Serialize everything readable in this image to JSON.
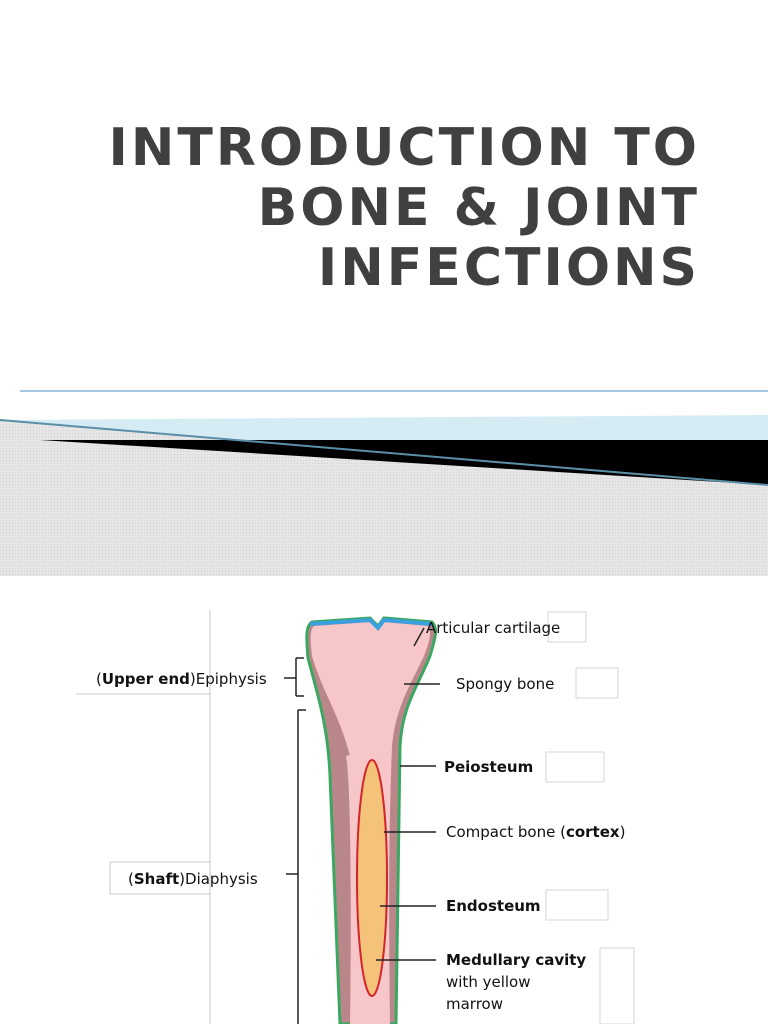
{
  "slide": {
    "title_lines": [
      "INTRODUCTION TO",
      "BONE & JOINT",
      "INFECTIONS"
    ]
  },
  "diagram": {
    "labels": {
      "articular_cartilage": "Articular cartilage",
      "spongy_bone": "Spongy bone",
      "periosteum": "Peiosteum",
      "compact_bone_pre": "Compact bone (",
      "compact_bone_bold": "cortex",
      "compact_bone_post": ")",
      "endosteum": "Endosteum",
      "medullary_bold": "Medullary cavity",
      "medullary_line2": "with yellow",
      "medullary_line3": "marrow",
      "epiphysis_open": "(",
      "epiphysis_bold": "Upper end",
      "epiphysis_rest": ")Epiphysis",
      "diaphysis_open": "(",
      "diaphysis_bold": "Shaft",
      "diaphysis_rest": ")Diaphysis"
    },
    "colors": {
      "spongy": "#f7c6c8",
      "compact": "#b9878a",
      "marrow": "#f5c27a",
      "cartilage": "#3aa0e0",
      "periosteum": "#3aa860",
      "endosteum": "#d2262c"
    }
  }
}
